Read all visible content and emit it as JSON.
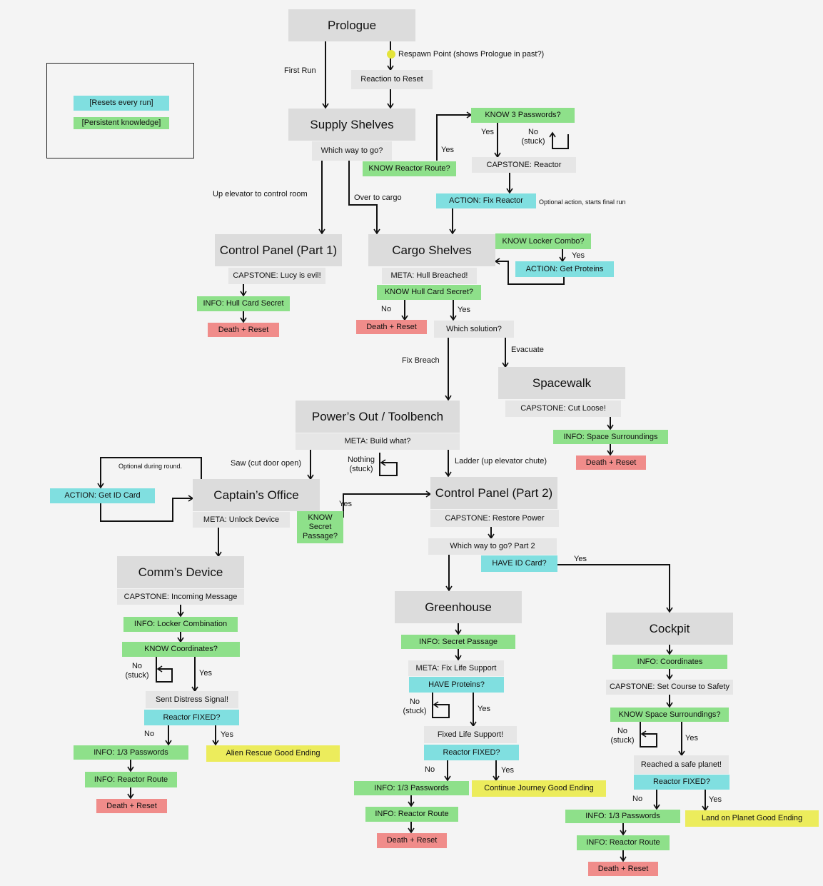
{
  "legend": {
    "resets_every_run": "[Resets every run]",
    "persistent_knowledge": "[Persistent knowledge]"
  },
  "colors": {
    "resets_every_run": "#80dfe0",
    "persistent_knowledge": "#8ee08a",
    "death": "#f08c8a",
    "ending": "#ecec5c",
    "scene": "#dcdcdc",
    "respawn_point": "#e4e43a"
  },
  "nodes": {
    "prologue": "Prologue",
    "reaction_to_reset": "Reaction to Reset",
    "supply_shelves": "Supply Shelves",
    "which_way": "Which way to go?",
    "know_reactor_route": "KNOW Reactor Route?",
    "know_3_passwords": "KNOW 3 Passwords?",
    "capstone_reactor": "CAPSTONE: Reactor",
    "action_fix_reactor": "ACTION: Fix Reactor",
    "control_panel_1": "Control Panel (Part 1)",
    "capstone_lucy": "CAPSTONE: Lucy is evil!",
    "info_hull_card": "INFO: Hull Card Secret",
    "death_1": "Death + Reset",
    "cargo_shelves": "Cargo Shelves",
    "know_locker_combo": "KNOW Locker Combo?",
    "action_get_proteins": "ACTION: Get Proteins",
    "meta_hull_breached": "META: Hull Breached!",
    "know_hull_card": "KNOW Hull Card Secret?",
    "death_2": "Death + Reset",
    "which_solution": "Which solution?",
    "spacewalk": "Spacewalk",
    "capstone_cut_loose": "CAPSTONE: Cut Loose!",
    "info_space_surroundings": "INFO: Space Surroundings",
    "death_3": "Death + Reset",
    "power_out": "Power’s Out / Toolbench",
    "meta_build_what": "META: Build what?",
    "captains_office": "Captain’s Office",
    "meta_unlock_device": "META: Unlock Device",
    "know_secret_passage": "KNOW Secret Passage?",
    "action_get_id": "ACTION: Get ID Card",
    "control_panel_2": "Control Panel (Part 2)",
    "capstone_restore_power": "CAPSTONE: Restore Power",
    "which_way_2": "Which way to go? Part 2",
    "have_id_card": "HAVE ID Card?",
    "comms_device": "Comm’s Device",
    "capstone_incoming": "CAPSTONE: Incoming Message",
    "info_locker_combo": "INFO: Locker Combination",
    "know_coordinates": "KNOW Coordinates?",
    "sent_distress": "Sent Distress Signal!",
    "reactor_fixed_1": "Reactor FIXED?",
    "alien_rescue": "Alien Rescue Good Ending",
    "info_passwords_1": "INFO: 1/3 Passwords",
    "info_reactor_route_1": "INFO: Reactor Route",
    "death_4": "Death + Reset",
    "greenhouse": "Greenhouse",
    "info_secret_passage": "INFO: Secret Passage",
    "meta_fix_life": "META: Fix Life Support",
    "have_proteins": "HAVE Proteins?",
    "fixed_life": "Fixed Life Support!",
    "reactor_fixed_2": "Reactor FIXED?",
    "continue_journey": "Continue Journey Good Ending",
    "info_passwords_2": "INFO: 1/3 Passwords",
    "info_reactor_route_2": "INFO: Reactor Route",
    "death_5": "Death + Reset",
    "cockpit": "Cockpit",
    "info_coordinates": "INFO: Coordinates",
    "capstone_set_course": "CAPSTONE: Set Course to Safety",
    "know_space_surroundings": "KNOW Space Surroundings?",
    "reached_planet": "Reached a safe planet!",
    "reactor_fixed_3": "Reactor FIXED?",
    "land_on_planet": "Land on Planet Good Ending",
    "info_passwords_3": "INFO: 1/3 Passwords",
    "info_reactor_route_3": "INFO: Reactor Route",
    "death_6": "Death + Reset"
  },
  "labels": {
    "first_run": "First Run",
    "respawn": "Respawn Point (shows Prologue in past?)",
    "up_elevator": "Up elevator to control room",
    "over_to_cargo": "Over to cargo",
    "yes_reactor_route": "Yes",
    "yes_3_passwords": "Yes",
    "no_stuck_3_passwords": "No\n(stuck)",
    "optional_action": "Optional action, starts final run",
    "yes_locker": "Yes",
    "no_hull": "No",
    "yes_hull": "Yes",
    "fix_breach": "Fix Breach",
    "evacuate": "Evacuate",
    "saw": "Saw (cut door open)",
    "nothing_stuck": "Nothing\n(stuck)",
    "ladder": "Ladder (up elevator chute)",
    "optional_during_round": "Optional during round.",
    "yes_secret_passage": "Yes",
    "yes_id_card": "Yes",
    "no_stuck_coords": "No\n(stuck)",
    "yes_coords": "Yes",
    "no_reactor_1": "No",
    "yes_reactor_1": "Yes",
    "no_stuck_proteins": "No\n(stuck)",
    "yes_proteins": "Yes",
    "no_reactor_2": "No",
    "yes_reactor_2": "Yes",
    "no_stuck_surroundings": "No\n(stuck)",
    "yes_surroundings": "Yes",
    "no_reactor_3": "No",
    "yes_reactor_3": "Yes"
  }
}
